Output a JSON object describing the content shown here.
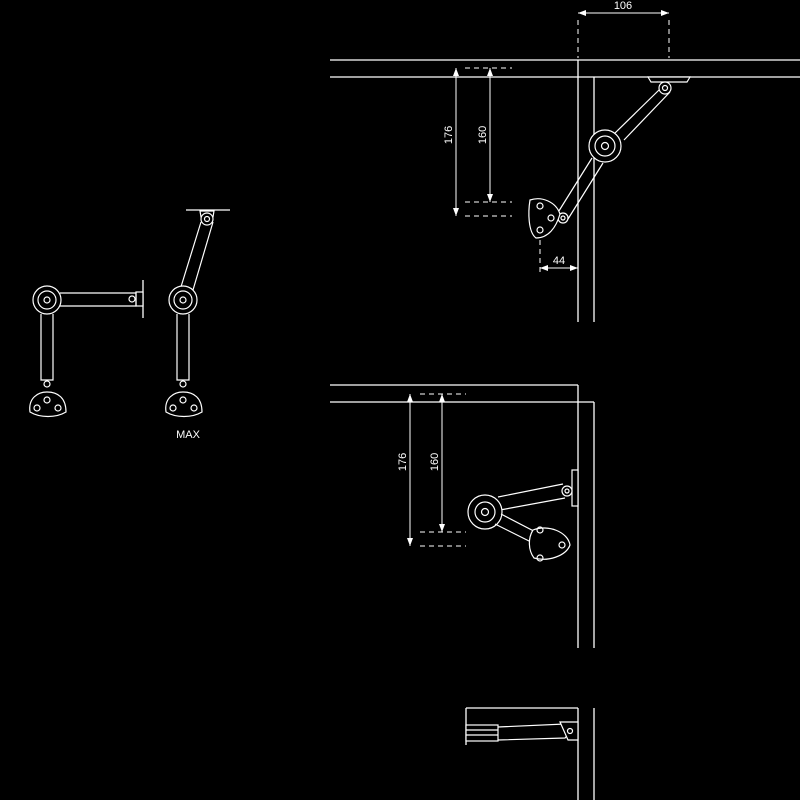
{
  "drawing": {
    "background": "#000000",
    "line_color": "#ffffff",
    "labels": {
      "max": "MAX",
      "top_width": "106",
      "top_height_outer": "176",
      "top_height_inner": "160",
      "top_offset": "44",
      "mid_height_outer": "176",
      "mid_height_inner": "160"
    }
  }
}
